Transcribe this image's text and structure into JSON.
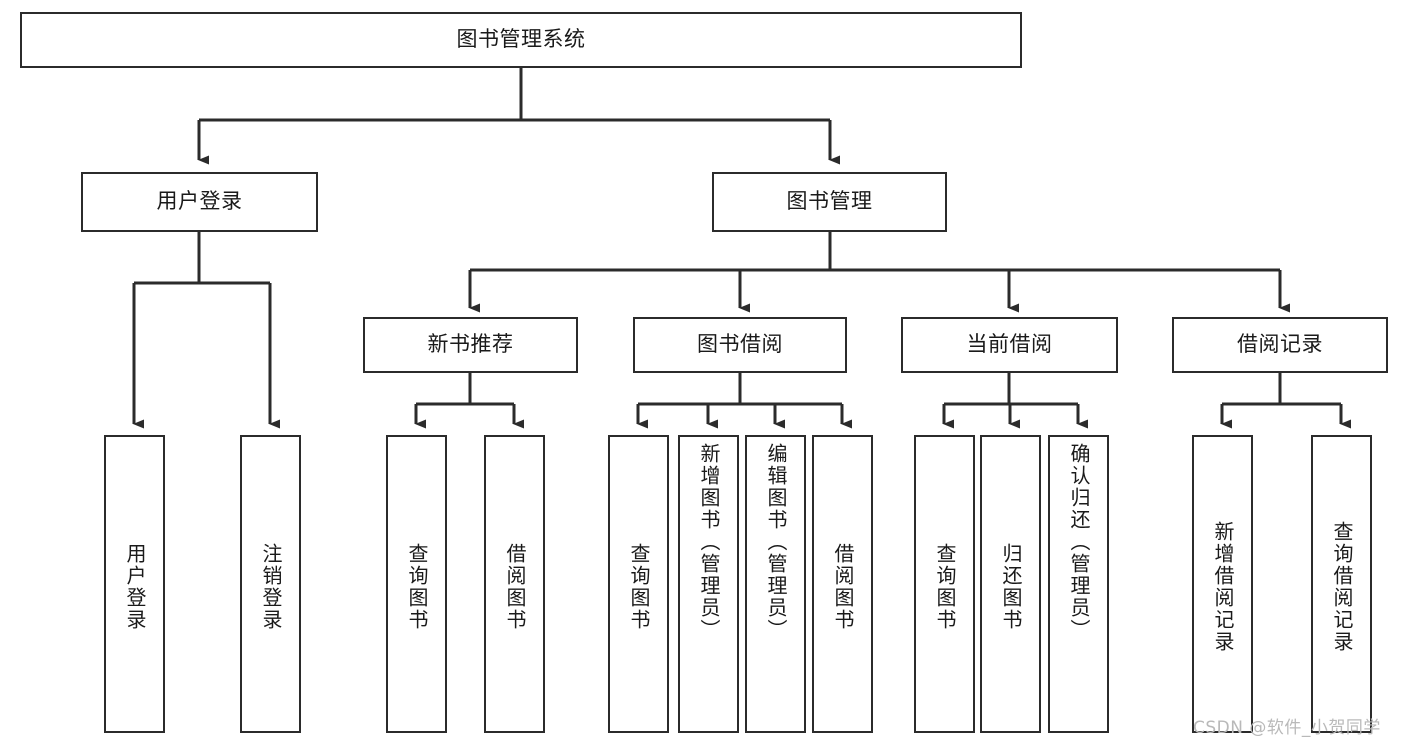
{
  "diagram": {
    "type": "tree-hierarchy-functional-structure",
    "root": {
      "label": "图书管理系统"
    },
    "level2": [
      {
        "label": "用户登录"
      },
      {
        "label": "图书管理"
      }
    ],
    "level3": [
      {
        "label": "新书推荐"
      },
      {
        "label": "图书借阅"
      },
      {
        "label": "当前借阅"
      },
      {
        "label": "借阅记录"
      }
    ],
    "leaves": {
      "user_login": [
        {
          "label": "用户登录"
        },
        {
          "label": "注销登录"
        }
      ],
      "new_book_recommend": [
        {
          "label": "查询图书"
        },
        {
          "label": "借阅图书"
        }
      ],
      "book_borrow": [
        {
          "label": "查询图书"
        },
        {
          "label": "新增图书（管理员）"
        },
        {
          "label": "编辑图书（管理员）"
        },
        {
          "label": "借阅图书"
        }
      ],
      "current_borrow": [
        {
          "label": "查询图书"
        },
        {
          "label": "归还图书"
        },
        {
          "label": "确认归还（管理员）"
        }
      ],
      "borrow_record": [
        {
          "label": "新增借阅记录"
        },
        {
          "label": "查询借阅记录"
        }
      ]
    },
    "watermark": "CSDN @软件_小贺同学",
    "colors": {
      "border": "#2b2b2b",
      "text": "#1a1a1a",
      "background": "#ffffff",
      "connector": "#2b2b2b",
      "watermark": "#b9b9b9"
    }
  }
}
